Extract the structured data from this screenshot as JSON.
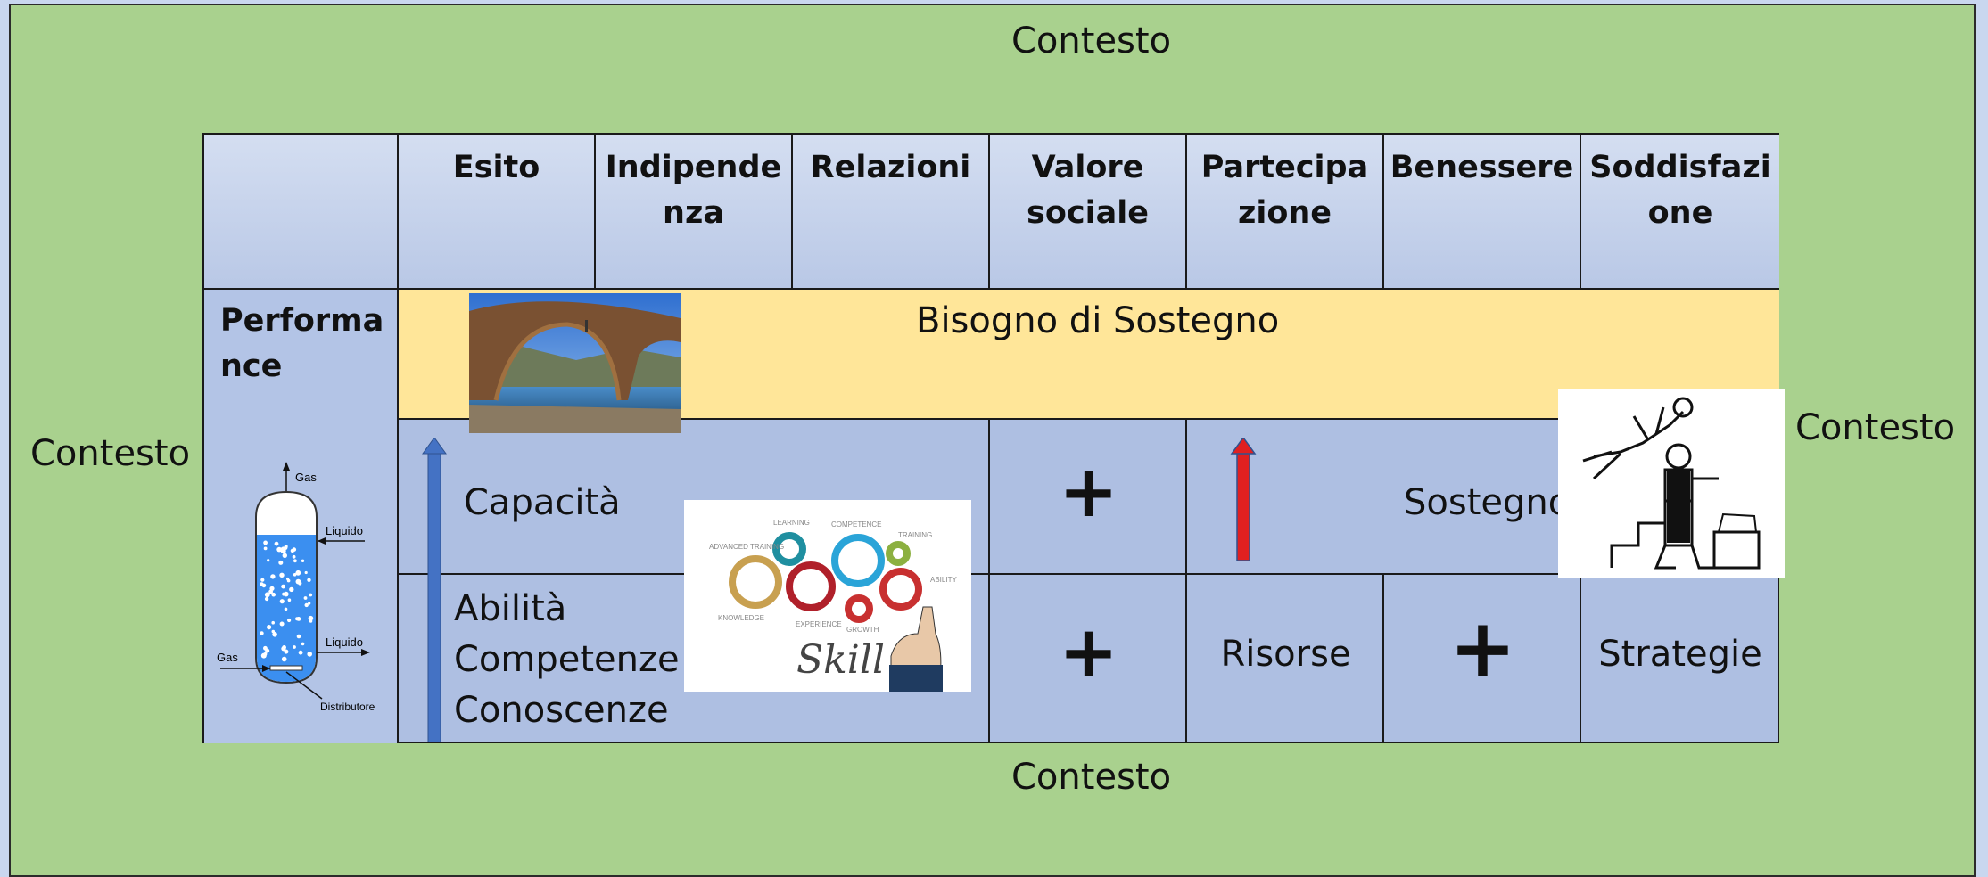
{
  "context_label": "Contesto",
  "header": [
    "Esito",
    "Indipende nza",
    "Relazioni",
    "Valore sociale",
    "Partecipa zione",
    "Benessere",
    "Soddisfazi one"
  ],
  "row_header": "Performa nce",
  "support_band": "Bisogno di Sostegno",
  "capacity": "Capacità",
  "support": "Sostegno",
  "skills_lines": [
    "Abilità",
    "Competenze",
    "Conoscenze"
  ],
  "plus_sign": "+",
  "resources": "Risorse",
  "strategies": "Strategie",
  "column_diagram": {
    "labels": [
      "Gas",
      "Liquido",
      "Liquido",
      "Gas",
      "Distributore"
    ]
  },
  "skill_image": {
    "word": "Skill",
    "words": [
      "ADVANCED TRAINING",
      "LEARNING",
      "COMPETENCE",
      "TRAINING",
      "ABILITY",
      "KNOWLEDGE",
      "EXPERIENCE",
      "GROWTH"
    ]
  },
  "colors": {
    "background_green": "#a9d18e",
    "band_yellow": "#ffe699",
    "cell_blue": "#aebfe2",
    "arrow_blue": "#4472c4",
    "arrow_red": "#e02020"
  }
}
